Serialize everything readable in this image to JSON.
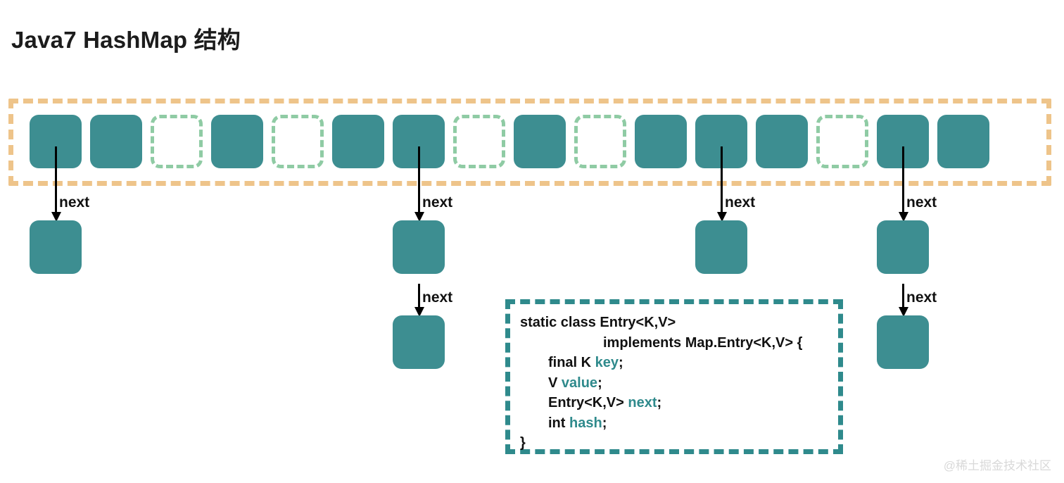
{
  "title": "Java7 HashMap 结构",
  "colors": {
    "node_fill": "#3d8e91",
    "array_border": "#eec48a",
    "empty_cell_border": "#8fcba4",
    "code_border": "#2f8a8c",
    "field_text": "#2f8a8c",
    "text": "#111111",
    "watermark": "#d9d9d9"
  },
  "array": {
    "label": "hash-bucket-array",
    "cells": [
      {
        "index": 0,
        "state": "occupied"
      },
      {
        "index": 1,
        "state": "occupied"
      },
      {
        "index": 2,
        "state": "empty"
      },
      {
        "index": 3,
        "state": "occupied"
      },
      {
        "index": 4,
        "state": "empty"
      },
      {
        "index": 5,
        "state": "occupied"
      },
      {
        "index": 6,
        "state": "occupied"
      },
      {
        "index": 7,
        "state": "empty"
      },
      {
        "index": 8,
        "state": "occupied"
      },
      {
        "index": 9,
        "state": "empty"
      },
      {
        "index": 10,
        "state": "occupied"
      },
      {
        "index": 11,
        "state": "occupied"
      },
      {
        "index": 12,
        "state": "occupied"
      },
      {
        "index": 13,
        "state": "empty"
      },
      {
        "index": 14,
        "state": "occupied"
      },
      {
        "index": 15,
        "state": "occupied"
      }
    ]
  },
  "chains": [
    {
      "bucket": 0,
      "nodes": 1,
      "arrow_labels": [
        "next"
      ]
    },
    {
      "bucket": 6,
      "nodes": 2,
      "arrow_labels": [
        "next",
        "next"
      ]
    },
    {
      "bucket": 11,
      "nodes": 1,
      "arrow_labels": [
        "next"
      ]
    },
    {
      "bucket": 14,
      "nodes": 2,
      "arrow_labels": [
        "next",
        "next"
      ]
    }
  ],
  "arrow_label": "next",
  "code": {
    "lines": [
      {
        "indent": 0,
        "parts": [
          {
            "t": "static class Entry<K,V>",
            "k": "kw"
          }
        ]
      },
      {
        "indent": 2,
        "parts": [
          {
            "t": "implements Map.Entry<K,V> {",
            "k": "kw"
          }
        ]
      },
      {
        "indent": 1,
        "parts": [
          {
            "t": "final K ",
            "k": "kw"
          },
          {
            "t": "key",
            "k": "fld"
          },
          {
            "t": ";",
            "k": "kw"
          }
        ]
      },
      {
        "indent": 1,
        "parts": [
          {
            "t": "V ",
            "k": "kw"
          },
          {
            "t": "value",
            "k": "fld"
          },
          {
            "t": ";",
            "k": "kw"
          }
        ]
      },
      {
        "indent": 1,
        "parts": [
          {
            "t": "Entry<K,V> ",
            "k": "kw"
          },
          {
            "t": "next",
            "k": "fld"
          },
          {
            "t": ";",
            "k": "kw"
          }
        ]
      },
      {
        "indent": 1,
        "parts": [
          {
            "t": "int ",
            "k": "kw"
          },
          {
            "t": "hash",
            "k": "fld"
          },
          {
            "t": ";",
            "k": "kw"
          }
        ]
      },
      {
        "indent": 0,
        "parts": [
          {
            "t": "}",
            "k": "kw"
          }
        ]
      }
    ]
  },
  "watermark": "@稀土掘金技术社区"
}
